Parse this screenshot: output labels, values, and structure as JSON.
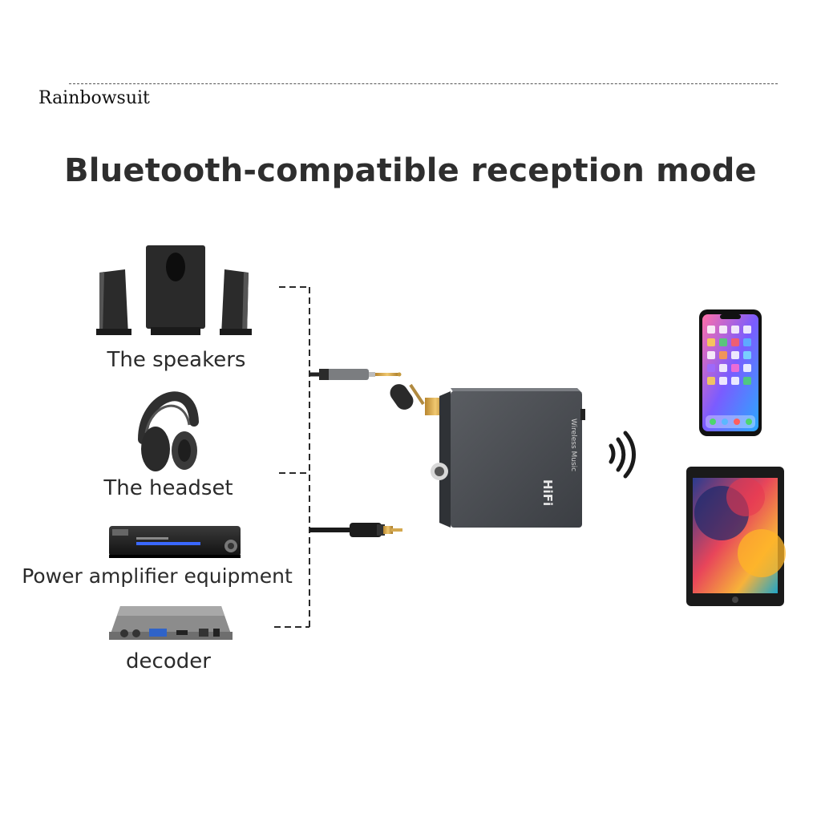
{
  "brand": {
    "name": "Rainbowsuit"
  },
  "title": "Bluetooth-compatible reception mode",
  "devices": [
    {
      "label": "The speakers",
      "icon": "speakers-icon"
    },
    {
      "label": "The headset",
      "icon": "headphones-icon"
    },
    {
      "label": "Power amplifier equipment",
      "icon": "amplifier-icon"
    },
    {
      "label": "decoder",
      "icon": "decoder-icon"
    }
  ],
  "receiver": {
    "brand_text": "HiFi",
    "model_text": "Wireless Music"
  },
  "sources": [
    {
      "icon": "smartphone-icon"
    },
    {
      "icon": "tablet-icon"
    }
  ],
  "signal": {
    "icon": "wireless-signal-icon"
  }
}
